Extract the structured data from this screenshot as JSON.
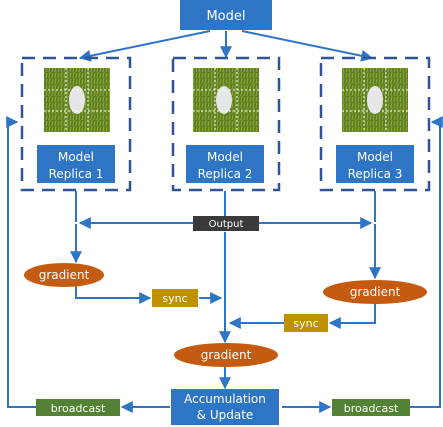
{
  "colors": {
    "model_box": "#2e75c6",
    "arrow": "#2e75c6",
    "dash": "#2f5597",
    "gradient_fill": "#c55a11",
    "sync_fill": "#bf9000",
    "broadcast_fill": "#548235",
    "output_fill": "#3a3a3a",
    "text_on_fill": "#ffffff"
  },
  "model": {
    "label": "Model"
  },
  "replicas": [
    {
      "line1": "Model",
      "line2": "Replica 1"
    },
    {
      "line1": "Model",
      "line2": "Replica 2"
    },
    {
      "line1": "Model",
      "line2": "Replica 3"
    }
  ],
  "output": {
    "label": "Output"
  },
  "gradients": [
    {
      "label": "gradient"
    },
    {
      "label": "gradient"
    },
    {
      "label": "gradient"
    }
  ],
  "syncs": [
    {
      "label": "sync"
    },
    {
      "label": "sync"
    }
  ],
  "accumulate": {
    "line1": "Accumulation",
    "line2": "& Update"
  },
  "broadcasts": [
    {
      "label": "broadcast"
    },
    {
      "label": "broadcast"
    }
  ]
}
